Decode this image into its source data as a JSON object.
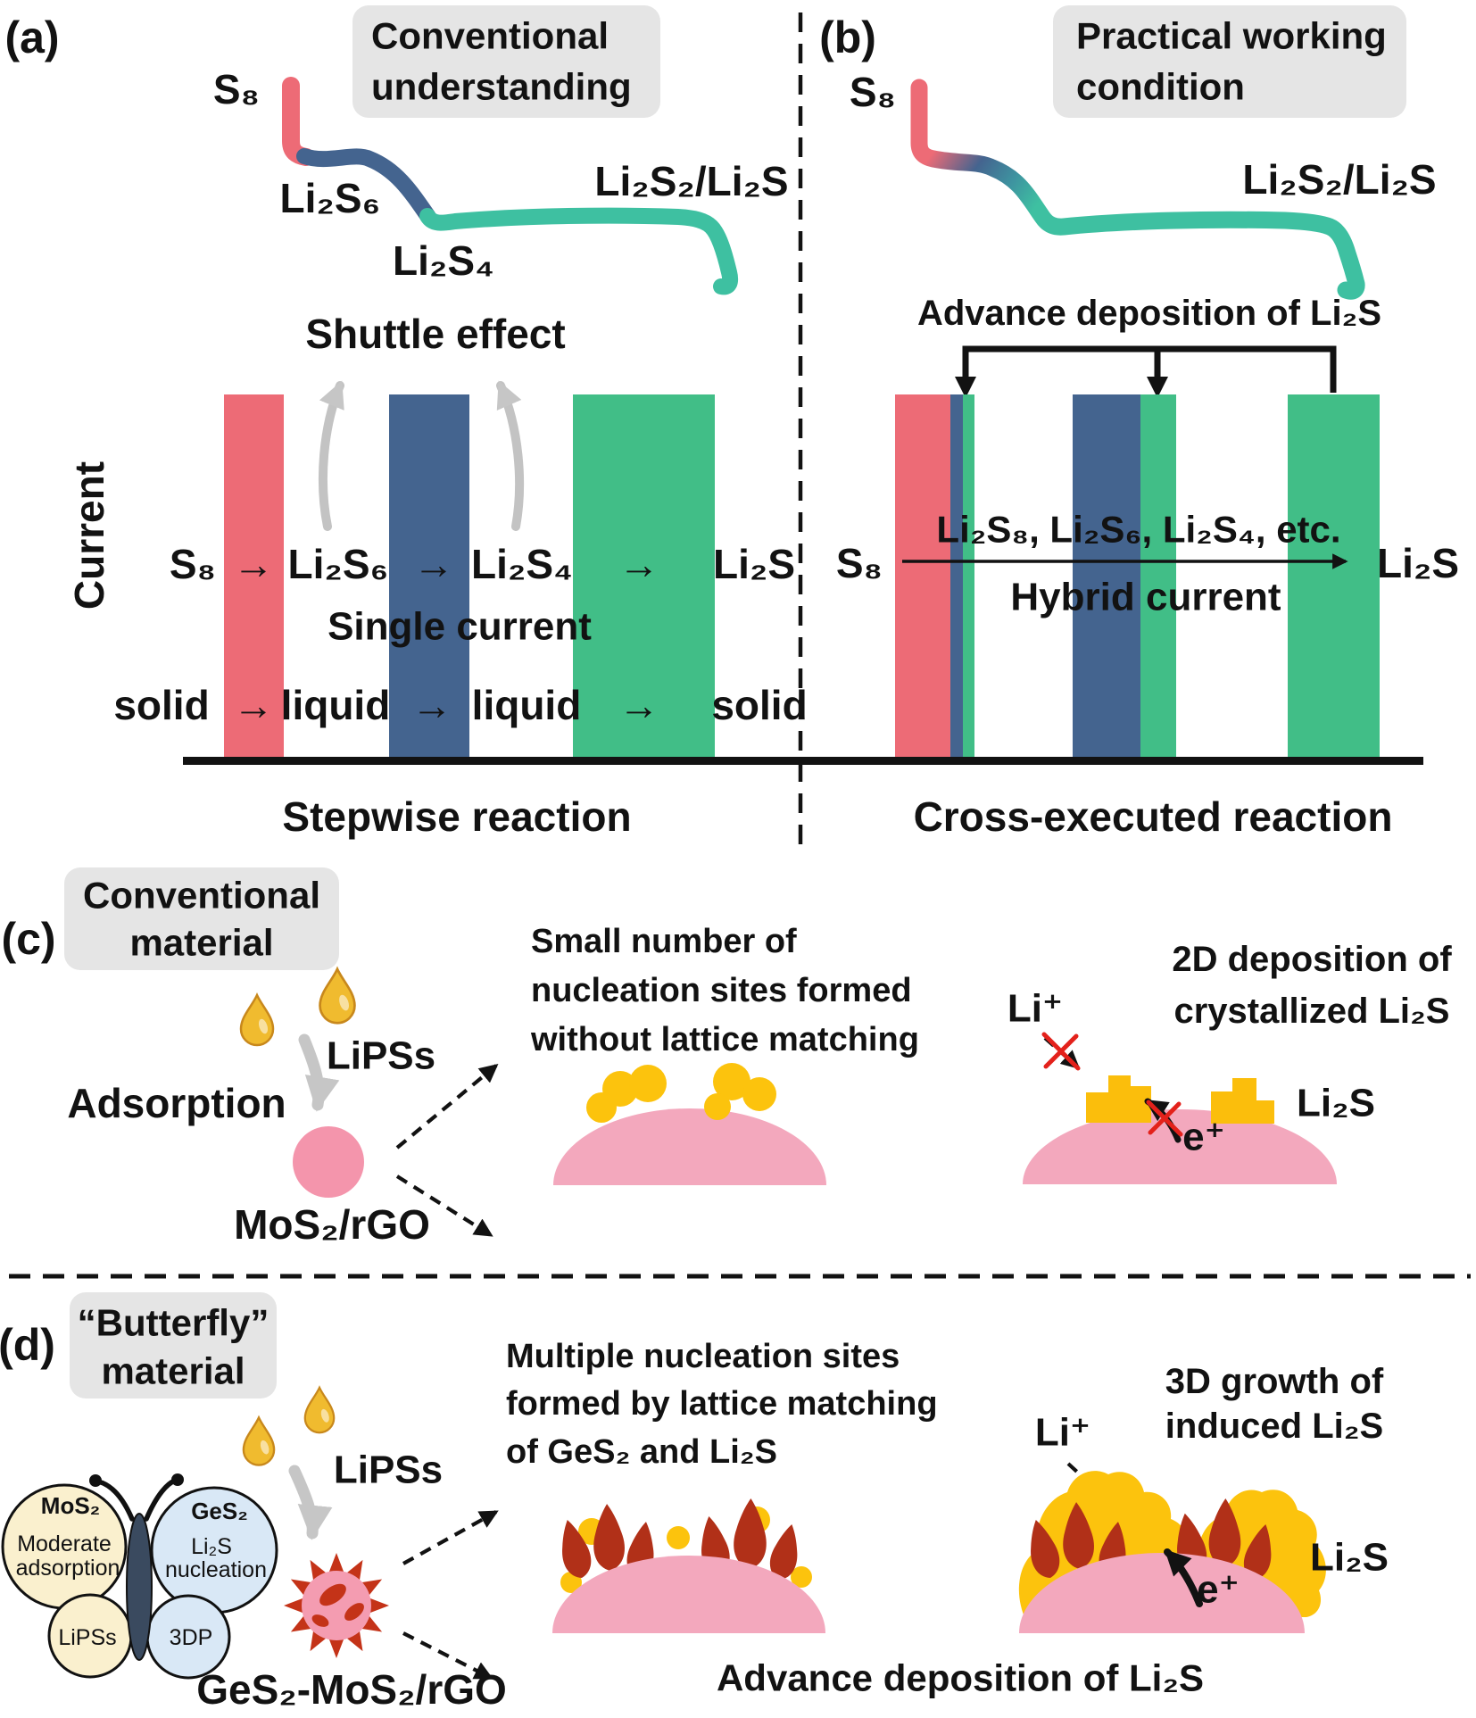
{
  "palette": {
    "salmon_red": "#ED6B76",
    "steel_blue": "#44648F",
    "green_bar": "#41BE87",
    "teal_curve": "#3EC0A1",
    "gray_box": "#E5E5E5",
    "gray_arrow": "#C6C6C6",
    "pink_dome": "#F3A8BD",
    "pink_circle": "#F495AC",
    "yellow": "#FCC30D",
    "dark_red_petal": "#B13018",
    "spike_red": "#C43318",
    "cream_wing": "#FAF0CE",
    "blue_wing": "#D9E8F6",
    "butterfly_body": "#3A4A5F",
    "droplet_gold": "#F0BB2F",
    "cross_red": "#E3211B"
  },
  "panel_a": {
    "label": "(a)",
    "box_line1": "Conventional",
    "box_line2": "understanding",
    "s8_curve": "S₈",
    "li2s6_curve": "Li₂S₆",
    "li2s4_curve": "Li₂S₄",
    "li2s2_curve": "Li₂S₂/Li₂S",
    "shuttle": "Shuttle effect",
    "y_axis": "Current",
    "row1": [
      "S₈",
      "→",
      "Li₂S₆",
      "→",
      "Li₂S₄",
      "→",
      "Li₂S"
    ],
    "single_current": "Single current",
    "row2": [
      "solid",
      "→",
      "liquid",
      "→",
      "liquid",
      "→",
      "solid"
    ],
    "caption": "Stepwise reaction"
  },
  "panel_b": {
    "label": "(b)",
    "box_line1": "Practical working",
    "box_line2": "condition",
    "s8_curve": "S₈",
    "li2s2_curve": "Li₂S₂/Li₂S",
    "advance": "Advance deposition of Li₂S",
    "species": "Li₂S₈, Li₂S₆, Li₂S₄, etc.",
    "s8": "S₈",
    "li2s": "Li₂S",
    "hybrid": "Hybrid current",
    "caption": "Cross-executed reaction"
  },
  "panel_c": {
    "label": "(c)",
    "box_line1": "Conventional",
    "box_line2": "material",
    "lipss": "LiPSs",
    "adsorption": "Adsorption",
    "material": "MoS₂/rGO",
    "headline": [
      "Small number of",
      "nucleation sites formed",
      "without lattice matching"
    ],
    "right_title": [
      "2D deposition of",
      "crystallized Li₂S"
    ],
    "li_plus": "Li⁺",
    "e_plus": "e⁺",
    "li2s": "Li₂S"
  },
  "panel_d": {
    "label": "(d)",
    "box_line1": "“Butterfly”",
    "box_line2": "material",
    "wing_mos2": "MoS₂",
    "wing_mod1": "Moderate",
    "wing_mod2": "adsorption",
    "wing_lipss": "LiPSs",
    "wing_ges2": "GeS₂",
    "wing_nuc1": "Li₂S",
    "wing_nuc2": "nucleation",
    "wing_3dp": "3DP",
    "lipss": "LiPSs",
    "material": "GeS₂-MoS₂/rGO",
    "headline": [
      "Multiple nucleation sites",
      "formed by lattice matching",
      "of GeS₂ and Li₂S"
    ],
    "right_title": [
      "3D growth of",
      "induced Li₂S"
    ],
    "li_plus": "Li⁺",
    "e_plus": "e⁺",
    "li2s": "Li₂S",
    "advance": "Advance deposition of Li₂S"
  }
}
